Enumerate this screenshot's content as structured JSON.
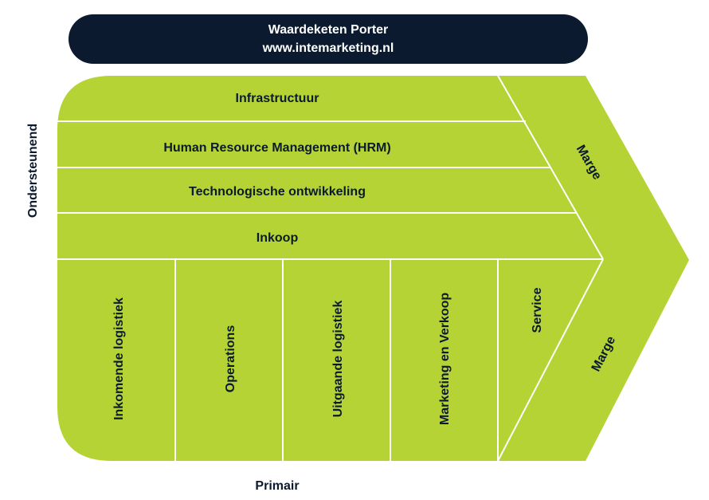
{
  "header": {
    "title": "Waardeketen Porter",
    "url": "www.intemarketing.nl"
  },
  "side_labels": {
    "support": "Ondersteunend",
    "primary": "Primair"
  },
  "support_activities": [
    "Infrastructuur",
    "Human Resource Management (HRM)",
    "Technologische ontwikkeling",
    "Inkoop"
  ],
  "primary_activities": [
    "Inkomende logistiek",
    "Operations",
    "Uitgaande logistiek",
    "Marketing en Verkoop",
    "Service"
  ],
  "margin_labels": {
    "upper": "Marge",
    "lower": "Marge"
  },
  "colors": {
    "fill": "#b5d334",
    "line": "#ffffff",
    "text": "#0b1a2e",
    "banner": "#0b1a2e"
  }
}
